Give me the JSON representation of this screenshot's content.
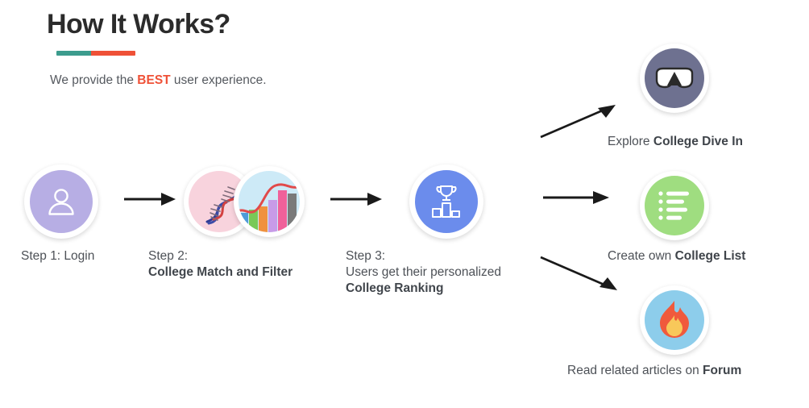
{
  "header": {
    "title": "How It Works?",
    "divider": {
      "left_color": "#3C9C8D",
      "right_color": "#EF5137"
    },
    "subtitle": {
      "before": "We provide the ",
      "accent": "BEST",
      "accent_color": "#EF5137",
      "after": " user experience."
    }
  },
  "steps": [
    {
      "id": "step1",
      "icon_name": "user-avatar-icon",
      "circle_color": "#B7AEE4",
      "caption_lines": [
        {
          "text": "Step 1: Login",
          "bold": false
        }
      ]
    },
    {
      "id": "step2",
      "icons": [
        {
          "icon_name": "dna-helix-icon",
          "circle_color": "#F8D3DD"
        },
        {
          "icon_name": "bar-chart-icon",
          "circle_color": "#CDEAF7"
        }
      ],
      "caption_lines": [
        {
          "text": "Step 2:",
          "bold": false
        },
        {
          "text": "College Match and Filter",
          "bold": true
        }
      ]
    },
    {
      "id": "step3",
      "icon_name": "trophy-podium-icon",
      "circle_color": "#6B8CEC",
      "caption_lines": [
        {
          "text": "Step 3:",
          "bold": false
        },
        {
          "text": "Users get their personalized",
          "bold": false
        },
        {
          "text": "College Ranking",
          "bold": true
        }
      ]
    }
  ],
  "outcomes": [
    {
      "id": "outcome-dive",
      "icon_name": "diving-mask-icon",
      "circle_color": "#6E7190",
      "caption": {
        "prefix": "Explore ",
        "bold": "College Dive In",
        "suffix": ""
      }
    },
    {
      "id": "outcome-list",
      "icon_name": "bulleted-list-icon",
      "circle_color": "#9FDD80",
      "caption": {
        "prefix": "Create own ",
        "bold": "College List",
        "suffix": ""
      }
    },
    {
      "id": "outcome-forum",
      "icon_name": "flame-icon",
      "circle_color": "#8DCDEB",
      "caption": {
        "prefix": "Read related articles on ",
        "bold": "Forum",
        "suffix": ""
      }
    }
  ],
  "arrows": [
    {
      "id": "arrow-1",
      "icon_name": "arrow-right-icon",
      "direction": "right"
    },
    {
      "id": "arrow-2",
      "icon_name": "arrow-right-icon",
      "direction": "right"
    },
    {
      "id": "arrow-up",
      "icon_name": "arrow-up-right-icon",
      "direction": "up-right"
    },
    {
      "id": "arrow-mid",
      "icon_name": "arrow-right-icon",
      "direction": "right"
    },
    {
      "id": "arrow-dn",
      "icon_name": "arrow-down-right-icon",
      "direction": "down-right"
    }
  ],
  "colors": {
    "arrow": "#1a1a1a",
    "text": "#4d5157",
    "title": "#2b2b2b"
  }
}
